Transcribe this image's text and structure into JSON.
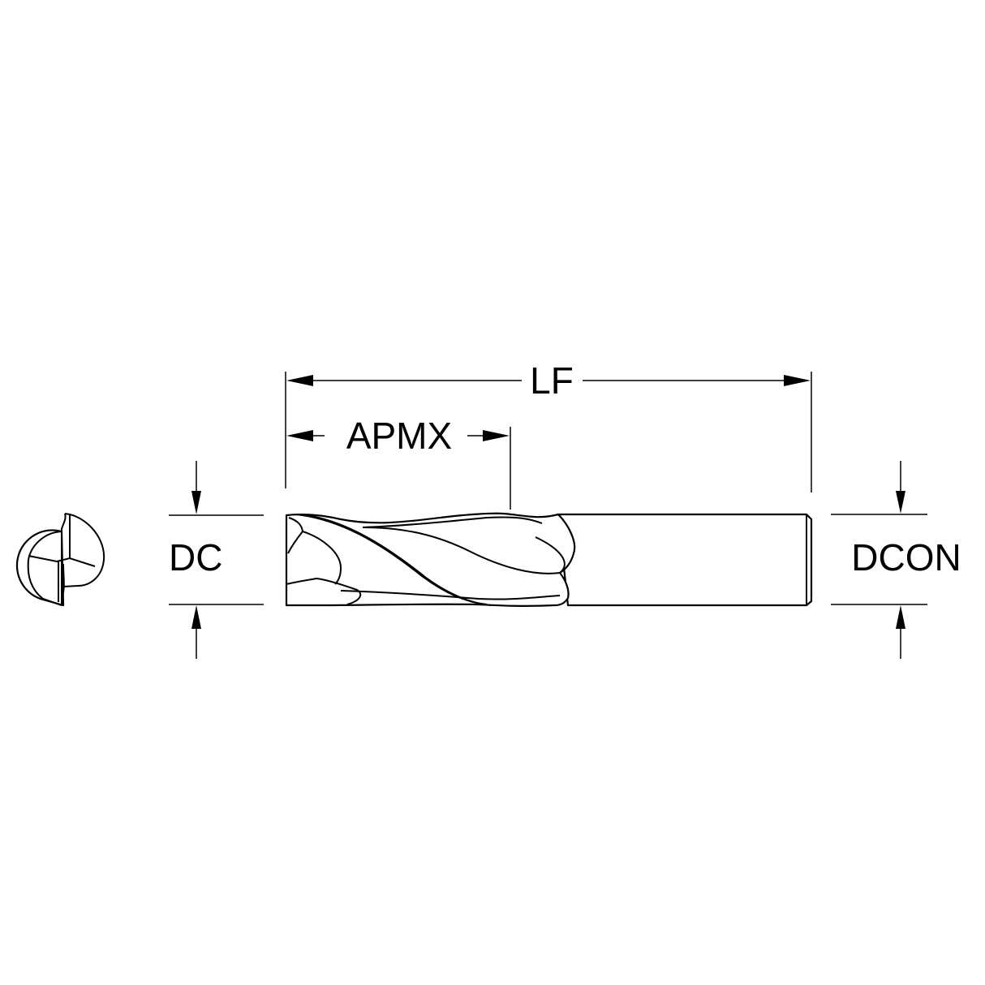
{
  "diagram": {
    "subject": "2-flute square end mill",
    "colors": {
      "line": "#000000",
      "background": "#ffffff"
    },
    "dimensions": {
      "overall_length": {
        "label": "LF"
      },
      "max_depth_of_cut": {
        "label": "APMX"
      },
      "cutting_diameter": {
        "label": "DC"
      },
      "shank_diameter": {
        "label": "DCON"
      }
    },
    "views": {
      "end_view": "end-view-icon",
      "side_view": "side-view"
    }
  }
}
